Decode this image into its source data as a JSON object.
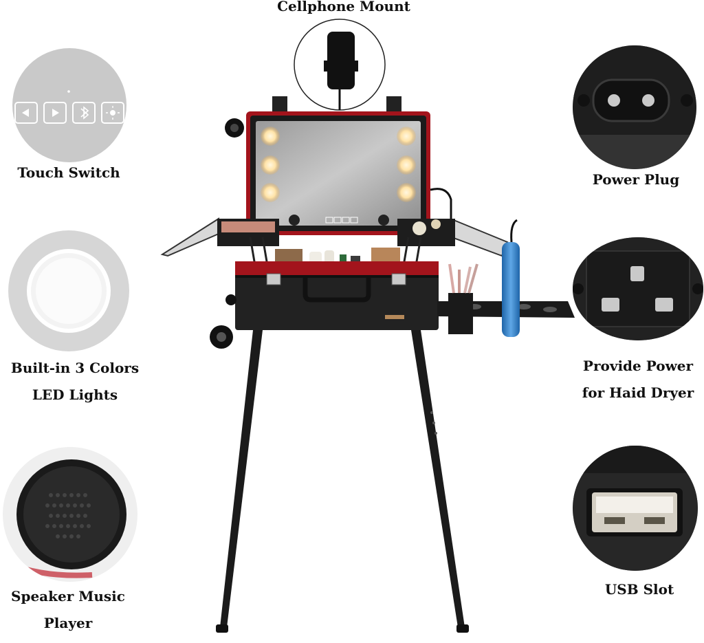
{
  "features": {
    "cellphone_mount": "Cellphone Mount",
    "touch_switch": "Touch Switch",
    "led_line1": "Built-in 3 Colors",
    "led_line2": "LED Lights",
    "speaker_line1": "Speaker Music",
    "speaker_line2": "Player",
    "power_plug": "Power Plug",
    "power_line1": "Provide Power",
    "power_line2": "for Haid Dryer",
    "usb_slot": "USB Slot"
  },
  "icons": {
    "touch_buttons": [
      "back-icon",
      "play-icon",
      "bluetooth-icon",
      "brightness-icon"
    ]
  },
  "colors": {
    "case_red": "#a3141c",
    "case_black": "#222222",
    "bulb": "#ffe3a8",
    "hair_iron": "#2f7fc6"
  }
}
